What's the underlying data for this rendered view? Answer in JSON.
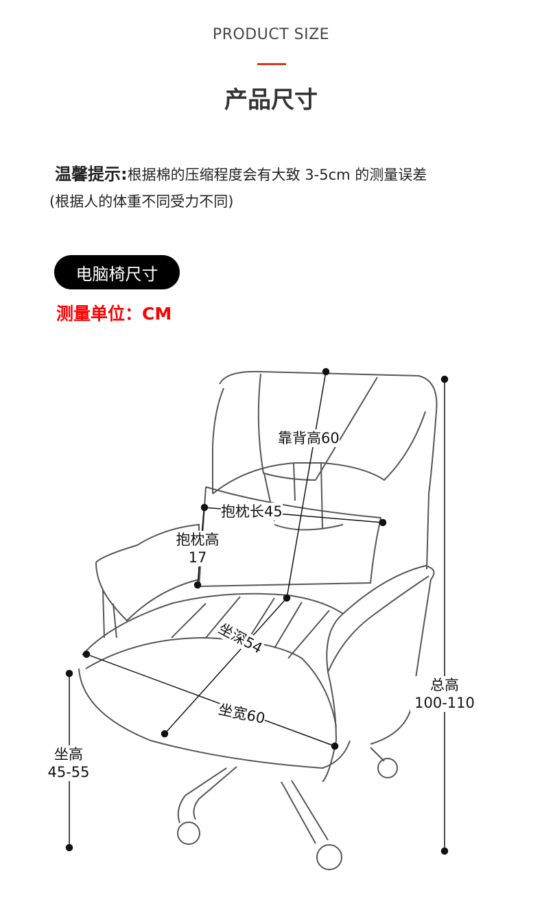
{
  "header": {
    "subtitle": "PRODUCT SIZE",
    "title": "产品尺寸",
    "accent": "#d9361a"
  },
  "notice": {
    "label": "温馨提示:",
    "text": "根据棉的压缩程度会有大致 3-5cm 的测量误差",
    "note": "(根据人的体重不同受力不同)"
  },
  "section": {
    "badge": "电脑椅尺寸",
    "unit": "测量单位：CM",
    "unit_color": "#ff0000"
  },
  "dimensions": {
    "back_height": "靠背高60",
    "pillow_length": "抱枕长45",
    "pillow_height_label": "抱枕高",
    "pillow_height_value": "17",
    "seat_depth": "坐深54",
    "seat_width": "坐宽60",
    "seat_height_label": "坐高",
    "seat_height_value": "45-55",
    "total_height_label": "总高",
    "total_height_value": "100-110"
  }
}
